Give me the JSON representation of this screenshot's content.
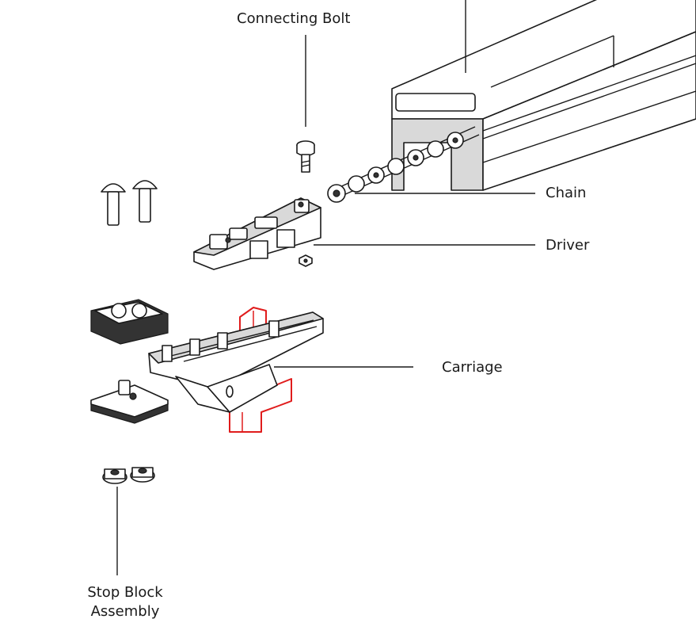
{
  "labels": {
    "connecting_bolt": "Connecting Bolt",
    "chain": "Chain",
    "driver": "Driver",
    "carriage": "Carriage",
    "stop_block": "Stop Block Assembly"
  },
  "colors": {
    "outline": "#1a1a1a",
    "highlight": "#e01c1c"
  }
}
